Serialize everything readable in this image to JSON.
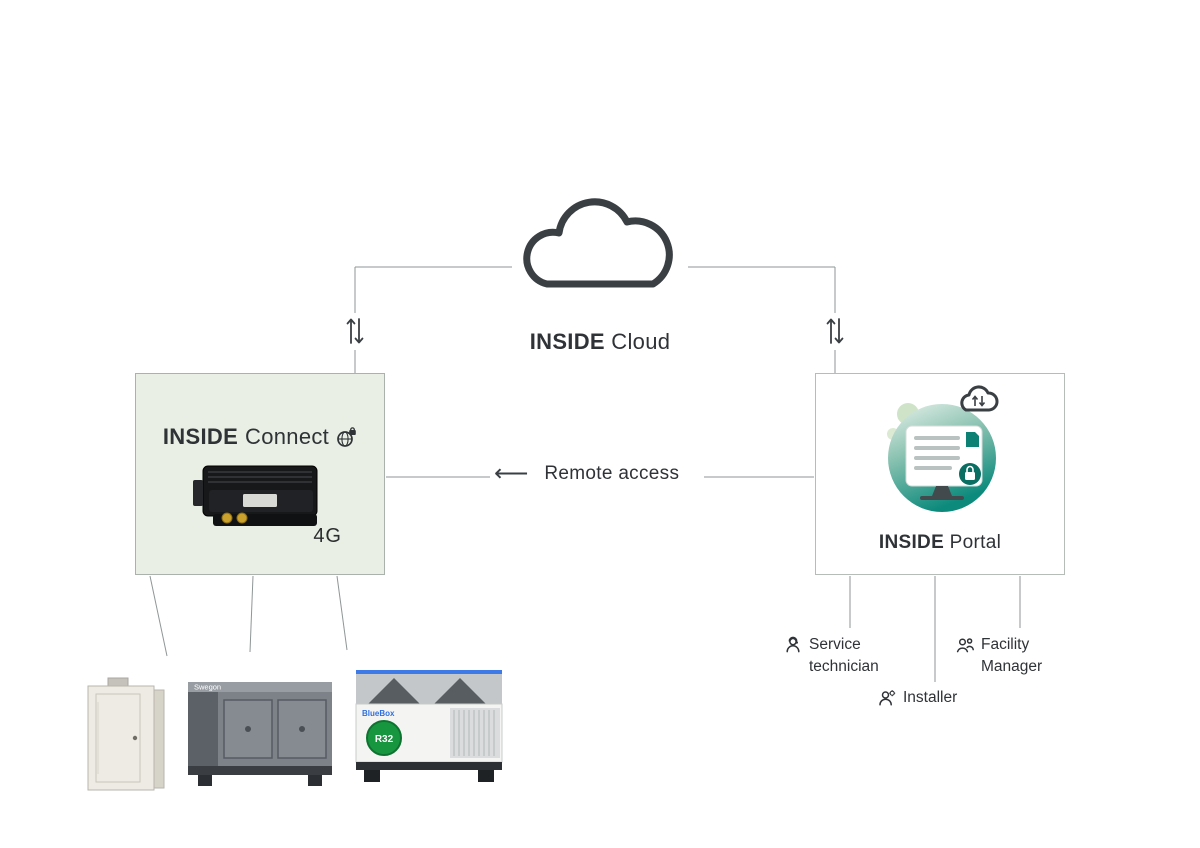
{
  "colors": {
    "line_gray": "#8f9696",
    "dark_text": "#2f3337",
    "connect_box_bg": "#e9efe4",
    "box_border": "#aab4ad",
    "portal_teal": "#0c8a7c",
    "chiller_badge_green": "#18953f",
    "chiller_brand_blue": "#2f6fe0"
  },
  "cloud": {
    "title_bold": "INSIDE",
    "title_regular": "Cloud"
  },
  "connect": {
    "title_bold": "INSIDE",
    "title_regular": "Connect",
    "device_label": "4G"
  },
  "portal": {
    "title_bold": "INSIDE",
    "title_regular": "Portal"
  },
  "remote_access": {
    "arrow": "⟵",
    "label": "Remote access"
  },
  "roles": {
    "service_technician": "Service technician",
    "installer": "Installer",
    "facility_manager": "Facility Manager"
  },
  "equipment": {
    "air_handler_brand": "Swegon",
    "chiller_brand": "BlueBox",
    "chiller_badge": "R32"
  }
}
